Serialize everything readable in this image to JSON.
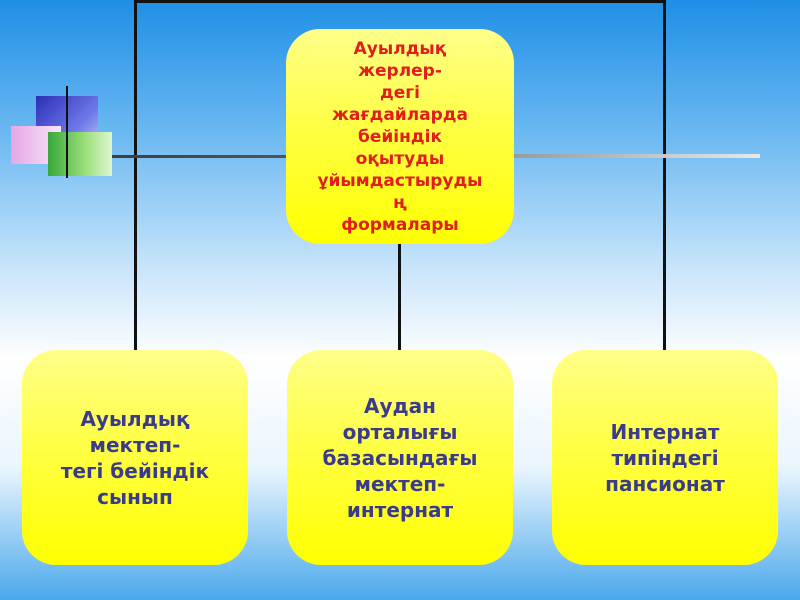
{
  "diagram": {
    "root": "Ауылдық\nжерлер-\nдегі\nжағдайларда\nбейіндік\nоқытуды\nұйымдастыруды\nң\nформалары",
    "children": [
      "Ауылдық\nмектеп-\nтегі бейіндік\nсынып",
      "Аудан\nорталығы\nбазасындағы\nмектеп-\nинтернат",
      "Интернат\nтипіндегі\nпансионат"
    ]
  },
  "colors": {
    "box_fill": "#ffff00",
    "root_text": "#e21d1d",
    "child_text": "#3b3b8c",
    "connector": "#111111"
  }
}
